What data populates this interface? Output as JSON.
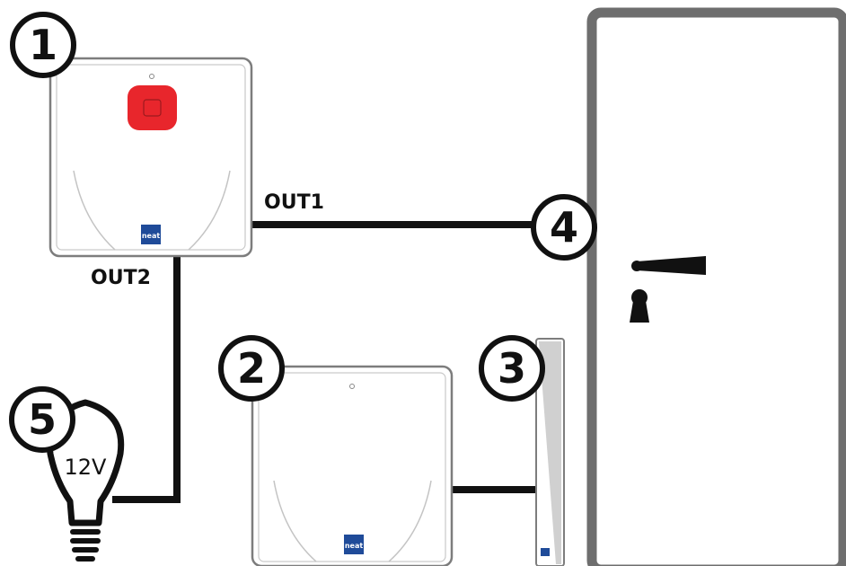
{
  "labels": {
    "out1": "OUT1",
    "out2": "OUT2",
    "voltage": "12V"
  },
  "badges": {
    "b1": "1",
    "b2": "2",
    "b3": "3",
    "b4": "4",
    "b5": "5"
  },
  "logo": "neat",
  "colors": {
    "button_red": "#e8262c",
    "logo_blue": "#1f4b99",
    "door_frame": "#6e6e6e",
    "wire": "#111111"
  }
}
